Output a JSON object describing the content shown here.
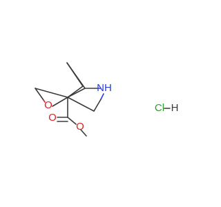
{
  "atoms": {
    "ring_oxygen": "O",
    "nitrogen_hydrogen": "NH",
    "carbonyl_oxygen": "O",
    "ester_oxygen": "O",
    "chlorine": "Cl",
    "hydrogen": "H"
  },
  "colors": {
    "bond": "#3a3a3a",
    "oxygen": "#e02020",
    "nitrogen": "#2a3be0",
    "chlorine": "#2ca02c"
  }
}
